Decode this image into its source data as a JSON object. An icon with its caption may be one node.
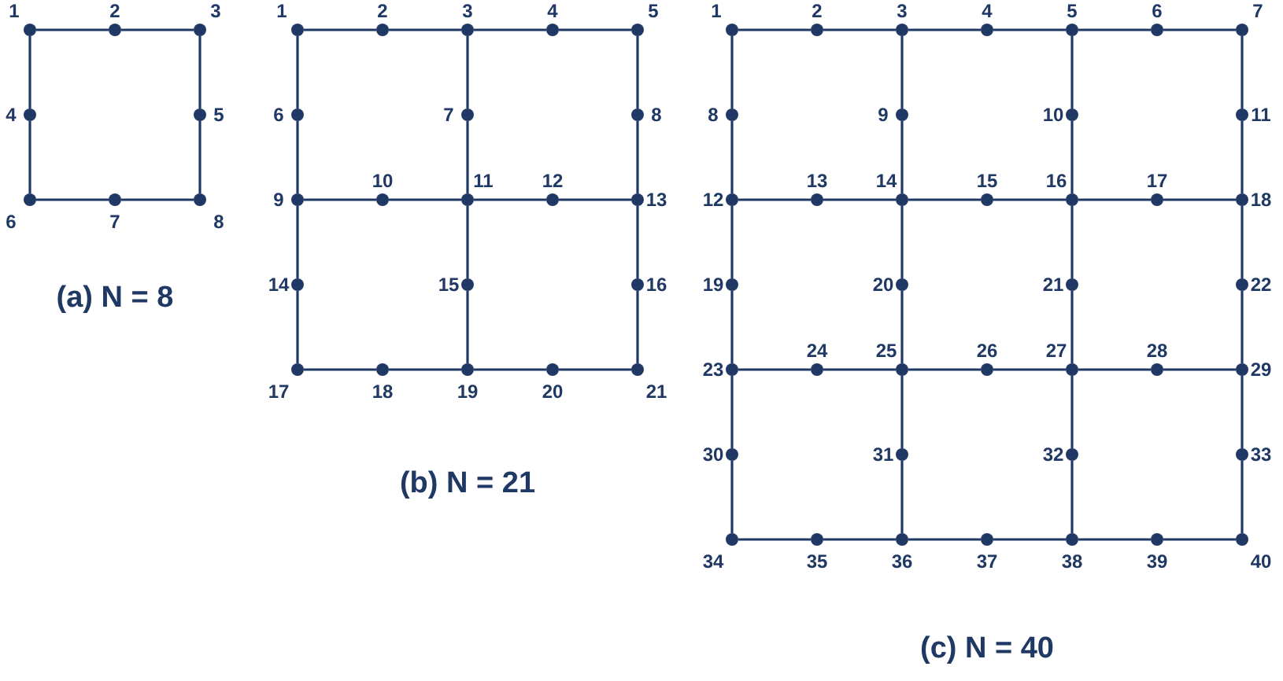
{
  "diagram": {
    "nodes": [
      {
        "text": [],
        "shape": "circle",
        "beside": [
          "1"
        ]
      },
      {
        "text": [],
        "shape": "circle",
        "beside": [
          "2"
        ]
      },
      {
        "text": [],
        "shape": "circle",
        "beside": [
          "3"
        ]
      },
      {
        "text": [],
        "shape": "circle",
        "beside": [
          "4"
        ]
      },
      {
        "text": [],
        "shape": "circle",
        "beside": [
          "5"
        ]
      },
      {
        "text": [],
        "shape": "circle",
        "beside": [
          "6"
        ]
      },
      {
        "text": [],
        "shape": "circle",
        "beside": [
          "7"
        ]
      },
      {
        "text": [],
        "shape": "circle",
        "beside": [
          "8"
        ]
      },
      {
        "text": [],
        "shape": "circle",
        "beside": [
          "1"
        ]
      },
      {
        "text": [],
        "shape": "circle",
        "beside": [
          "2"
        ]
      },
      {
        "text": [],
        "shape": "circle",
        "beside": [
          "3"
        ]
      },
      {
        "text": [],
        "shape": "circle",
        "beside": [
          "4"
        ]
      },
      {
        "text": [],
        "shape": "circle",
        "beside": [
          "5"
        ]
      },
      {
        "text": [],
        "shape": "circle",
        "beside": [
          "6"
        ]
      },
      {
        "text": [],
        "shape": "circle",
        "beside": [
          "7"
        ]
      },
      {
        "text": [],
        "shape": "circle",
        "beside": [
          "8"
        ]
      },
      {
        "text": [],
        "shape": "circle",
        "beside": [
          "9"
        ]
      },
      {
        "text": [],
        "shape": "circle",
        "beside": [
          "10"
        ]
      },
      {
        "text": [],
        "shape": "circle",
        "beside": [
          "11"
        ]
      },
      {
        "text": [],
        "shape": "circle",
        "beside": [
          "12"
        ]
      },
      {
        "text": [],
        "shape": "circle",
        "beside": [
          "13"
        ]
      },
      {
        "text": [],
        "shape": "circle",
        "beside": [
          "14"
        ]
      },
      {
        "text": [],
        "shape": "circle",
        "beside": [
          "15"
        ]
      },
      {
        "text": [],
        "shape": "circle",
        "beside": [
          "16"
        ]
      },
      {
        "text": [],
        "shape": "circle",
        "beside": [
          "17"
        ]
      },
      {
        "text": [],
        "shape": "circle",
        "beside": [
          "18"
        ]
      },
      {
        "text": [],
        "shape": "circle",
        "beside": [
          "19"
        ]
      },
      {
        "text": [],
        "shape": "circle",
        "beside": [
          "20"
        ]
      },
      {
        "text": [],
        "shape": "circle",
        "beside": [
          "21"
        ]
      },
      {
        "text": [],
        "shape": "circle",
        "beside": [
          "1"
        ]
      },
      {
        "text": [],
        "shape": "circle",
        "beside": [
          "2"
        ]
      },
      {
        "text": [],
        "shape": "circle",
        "beside": [
          "3"
        ]
      },
      {
        "text": [],
        "shape": "circle",
        "beside": [
          "4"
        ]
      },
      {
        "text": [],
        "shape": "circle",
        "beside": [
          "5"
        ]
      },
      {
        "text": [],
        "shape": "circle",
        "beside": [
          "6"
        ]
      },
      {
        "text": [],
        "shape": "circle",
        "beside": [
          "7"
        ]
      },
      {
        "text": [],
        "shape": "circle",
        "beside": [
          "8"
        ]
      },
      {
        "text": [],
        "shape": "circle",
        "beside": [
          "9"
        ]
      },
      {
        "text": [],
        "shape": "circle",
        "beside": [
          "10"
        ]
      },
      {
        "text": [],
        "shape": "circle",
        "beside": [
          "11"
        ]
      },
      {
        "text": [],
        "shape": "circle",
        "beside": [
          "12"
        ]
      },
      {
        "text": [],
        "shape": "circle",
        "beside": [
          "13"
        ]
      },
      {
        "text": [],
        "shape": "circle",
        "beside": [
          "14"
        ]
      },
      {
        "text": [],
        "shape": "circle",
        "beside": [
          "15"
        ]
      },
      {
        "text": [],
        "shape": "circle",
        "beside": [
          "16"
        ]
      },
      {
        "text": [],
        "shape": "circle",
        "beside": [
          "17"
        ]
      },
      {
        "text": [],
        "shape": "circle",
        "beside": [
          "18"
        ]
      },
      {
        "text": [],
        "shape": "circle",
        "beside": [
          "19"
        ]
      },
      {
        "text": [],
        "shape": "circle",
        "beside": [
          "20"
        ]
      },
      {
        "text": [],
        "shape": "circle",
        "beside": [
          "21"
        ]
      },
      {
        "text": [],
        "shape": "circle",
        "beside": [
          "22"
        ]
      },
      {
        "text": [],
        "shape": "circle",
        "beside": [
          "23"
        ]
      },
      {
        "text": [],
        "shape": "circle",
        "beside": [
          "24"
        ]
      },
      {
        "text": [],
        "shape": "circle",
        "beside": [
          "25"
        ]
      },
      {
        "text": [],
        "shape": "circle",
        "beside": [
          "26"
        ]
      },
      {
        "text": [],
        "shape": "circle",
        "beside": [
          "27"
        ]
      },
      {
        "text": [],
        "shape": "circle",
        "beside": [
          "28"
        ]
      },
      {
        "text": [],
        "shape": "circle",
        "beside": [
          "29"
        ]
      },
      {
        "text": [],
        "shape": "circle",
        "beside": [
          "30"
        ]
      },
      {
        "text": [],
        "shape": "circle",
        "beside": [
          "31"
        ]
      },
      {
        "text": [],
        "shape": "circle",
        "beside": [
          "32"
        ]
      },
      {
        "text": [],
        "shape": "circle",
        "beside": [
          "33"
        ]
      },
      {
        "text": [],
        "shape": "circle",
        "beside": [
          "34"
        ]
      },
      {
        "text": [],
        "shape": "circle",
        "beside": [
          "35"
        ]
      },
      {
        "text": [],
        "shape": "circle",
        "beside": [
          "36"
        ]
      },
      {
        "text": [],
        "shape": "circle",
        "beside": [
          "37"
        ]
      },
      {
        "text": [],
        "shape": "circle",
        "beside": [
          "38"
        ]
      },
      {
        "text": [],
        "shape": "circle",
        "beside": [
          "39"
        ]
      },
      {
        "text": [],
        "shape": "circle",
        "beside": [
          "40"
        ]
      }
    ],
    "edges": [
      {
        "from": 0,
        "to": 1,
        "arrow": "none"
      },
      {
        "from": 1,
        "to": 2,
        "arrow": "none"
      },
      {
        "from": 0,
        "to": 3,
        "arrow": "none"
      },
      {
        "from": 3,
        "to": 5,
        "arrow": "none"
      },
      {
        "from": 2,
        "to": 4,
        "arrow": "none"
      },
      {
        "from": 4,
        "to": 7,
        "arrow": "none"
      },
      {
        "from": 5,
        "to": 6,
        "arrow": "none"
      },
      {
        "from": 6,
        "to": 7,
        "arrow": "none"
      },
      {
        "from": 8,
        "to": 9,
        "arrow": "none"
      },
      {
        "from": 9,
        "to": 10,
        "arrow": "none"
      },
      {
        "from": 10,
        "to": 11,
        "arrow": "none"
      },
      {
        "from": 11,
        "to": 12,
        "arrow": "none"
      },
      {
        "from": 8,
        "to": 13,
        "arrow": "none"
      },
      {
        "from": 13,
        "to": 16,
        "arrow": "none"
      },
      {
        "from": 10,
        "to": 14,
        "arrow": "none"
      },
      {
        "from": 14,
        "to": 18,
        "arrow": "none"
      },
      {
        "from": 12,
        "to": 15,
        "arrow": "none"
      },
      {
        "from": 15,
        "to": 20,
        "arrow": "none"
      },
      {
        "from": 16,
        "to": 17,
        "arrow": "none"
      },
      {
        "from": 17,
        "to": 18,
        "arrow": "none"
      },
      {
        "from": 18,
        "to": 19,
        "arrow": "none"
      },
      {
        "from": 19,
        "to": 20,
        "arrow": "none"
      },
      {
        "from": 16,
        "to": 21,
        "arrow": "none"
      },
      {
        "from": 21,
        "to": 24,
        "arrow": "none"
      },
      {
        "from": 18,
        "to": 22,
        "arrow": "none"
      },
      {
        "from": 22,
        "to": 26,
        "arrow": "none"
      },
      {
        "from": 20,
        "to": 23,
        "arrow": "none"
      },
      {
        "from": 23,
        "to": 28,
        "arrow": "none"
      },
      {
        "from": 24,
        "to": 25,
        "arrow": "none"
      },
      {
        "from": 25,
        "to": 26,
        "arrow": "none"
      },
      {
        "from": 26,
        "to": 27,
        "arrow": "none"
      },
      {
        "from": 27,
        "to": 28,
        "arrow": "none"
      },
      {
        "from": 29,
        "to": 30,
        "arrow": "none"
      },
      {
        "from": 30,
        "to": 31,
        "arrow": "none"
      },
      {
        "from": 31,
        "to": 32,
        "arrow": "none"
      },
      {
        "from": 32,
        "to": 33,
        "arrow": "none"
      },
      {
        "from": 33,
        "to": 34,
        "arrow": "none"
      },
      {
        "from": 34,
        "to": 35,
        "arrow": "none"
      },
      {
        "from": 40,
        "to": 41,
        "arrow": "none"
      },
      {
        "from": 41,
        "to": 42,
        "arrow": "none"
      },
      {
        "from": 42,
        "to": 43,
        "arrow": "none"
      },
      {
        "from": 43,
        "to": 44,
        "arrow": "none"
      },
      {
        "from": 44,
        "to": 45,
        "arrow": "none"
      },
      {
        "from": 45,
        "to": 46,
        "arrow": "none"
      },
      {
        "from": 51,
        "to": 52,
        "arrow": "none"
      },
      {
        "from": 52,
        "to": 53,
        "arrow": "none"
      },
      {
        "from": 53,
        "to": 54,
        "arrow": "none"
      },
      {
        "from": 54,
        "to": 55,
        "arrow": "none"
      },
      {
        "from": 55,
        "to": 56,
        "arrow": "none"
      },
      {
        "from": 56,
        "to": 57,
        "arrow": "none"
      },
      {
        "from": 62,
        "to": 63,
        "arrow": "none"
      },
      {
        "from": 63,
        "to": 64,
        "arrow": "none"
      },
      {
        "from": 64,
        "to": 65,
        "arrow": "none"
      },
      {
        "from": 65,
        "to": 66,
        "arrow": "none"
      },
      {
        "from": 66,
        "to": 67,
        "arrow": "none"
      },
      {
        "from": 67,
        "to": 68,
        "arrow": "none"
      },
      {
        "from": 29,
        "to": 36,
        "arrow": "none"
      },
      {
        "from": 36,
        "to": 40,
        "arrow": "none"
      },
      {
        "from": 40,
        "to": 47,
        "arrow": "none"
      },
      {
        "from": 47,
        "to": 51,
        "arrow": "none"
      },
      {
        "from": 51,
        "to": 58,
        "arrow": "none"
      },
      {
        "from": 58,
        "to": 62,
        "arrow": "none"
      },
      {
        "from": 31,
        "to": 37,
        "arrow": "none"
      },
      {
        "from": 37,
        "to": 42,
        "arrow": "none"
      },
      {
        "from": 42,
        "to": 48,
        "arrow": "none"
      },
      {
        "from": 48,
        "to": 53,
        "arrow": "none"
      },
      {
        "from": 53,
        "to": 59,
        "arrow": "none"
      },
      {
        "from": 59,
        "to": 64,
        "arrow": "none"
      },
      {
        "from": 33,
        "to": 38,
        "arrow": "none"
      },
      {
        "from": 38,
        "to": 44,
        "arrow": "none"
      },
      {
        "from": 44,
        "to": 49,
        "arrow": "none"
      },
      {
        "from": 49,
        "to": 55,
        "arrow": "none"
      },
      {
        "from": 55,
        "to": 60,
        "arrow": "none"
      },
      {
        "from": 60,
        "to": 66,
        "arrow": "none"
      },
      {
        "from": 35,
        "to": 39,
        "arrow": "none"
      },
      {
        "from": 39,
        "to": 46,
        "arrow": "none"
      },
      {
        "from": 46,
        "to": 50,
        "arrow": "none"
      },
      {
        "from": 50,
        "to": 57,
        "arrow": "none"
      },
      {
        "from": 57,
        "to": 61,
        "arrow": "none"
      },
      {
        "from": 61,
        "to": 68,
        "arrow": "none"
      }
    ],
    "labels": [
      "(a) N = 8",
      "(b) N = 21",
      "(c) N = 40"
    ]
  }
}
